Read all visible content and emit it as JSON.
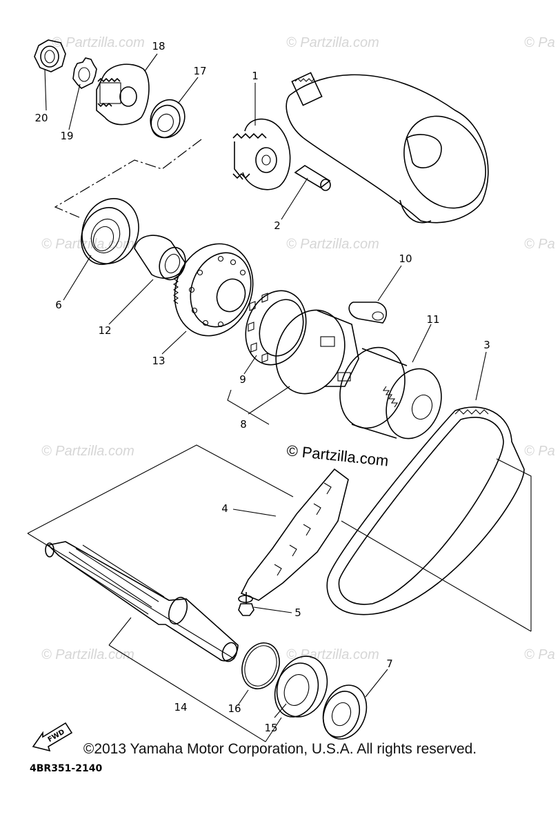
{
  "watermarks": {
    "small": "© Partzilla.com",
    "main": "© Partzilla.com",
    "edge": "© Pa"
  },
  "parts": [
    {
      "id": "p1",
      "label": "1"
    },
    {
      "id": "p2",
      "label": "2"
    },
    {
      "id": "p3",
      "label": "3"
    },
    {
      "id": "p4",
      "label": "4"
    },
    {
      "id": "p5",
      "label": "5"
    },
    {
      "id": "p6",
      "label": "6"
    },
    {
      "id": "p7",
      "label": "7"
    },
    {
      "id": "p8",
      "label": "8"
    },
    {
      "id": "p9",
      "label": "9"
    },
    {
      "id": "p10",
      "label": "10"
    },
    {
      "id": "p11",
      "label": "11"
    },
    {
      "id": "p12",
      "label": "12"
    },
    {
      "id": "p13",
      "label": "13"
    },
    {
      "id": "p14",
      "label": "14"
    },
    {
      "id": "p15",
      "label": "15"
    },
    {
      "id": "p16",
      "label": "16"
    },
    {
      "id": "p17",
      "label": "17"
    },
    {
      "id": "p18",
      "label": "18"
    },
    {
      "id": "p19",
      "label": "19"
    },
    {
      "id": "p20",
      "label": "20"
    }
  ],
  "fwd_label": "FWD",
  "diagram_code": "4BR351-2140",
  "copyright": "©2013 Yamaha Motor Corporation, U.S.A. All rights reserved."
}
